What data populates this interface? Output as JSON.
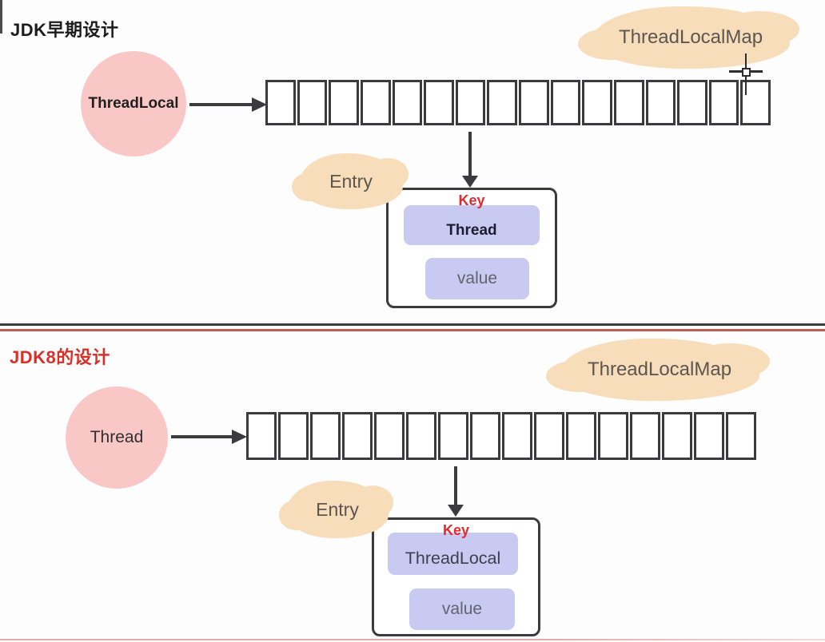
{
  "colors": {
    "circle_fill": "#f9c8c6",
    "cloud_fill": "#f8ddba",
    "field_fill": "#c9caf2",
    "stroke": "#3b3b3d",
    "key_red": "#e6292d",
    "title_black": "#1c1c1c",
    "title_red": "#d92f27",
    "divider_dark": "#3d3d3d",
    "divider_red": "#c25a54",
    "cloud_text": "#5b564f",
    "value_text": "#63636f"
  },
  "cursor": {
    "type": "crosshair"
  },
  "sections": [
    {
      "title": "JDK早期设计",
      "map_cloud": "ThreadLocalMap",
      "node": "ThreadLocal",
      "array_cells": 16,
      "entry_cloud": "Entry",
      "key_label": "Key",
      "key_field": "Thread",
      "value_field": "value"
    },
    {
      "title": "JDK8的设计",
      "map_cloud": "ThreadLocalMap",
      "node": "Thread",
      "array_cells": 16,
      "entry_cloud": "Entry",
      "key_label": "Key",
      "key_field": "ThreadLocal",
      "value_field": "value"
    }
  ]
}
